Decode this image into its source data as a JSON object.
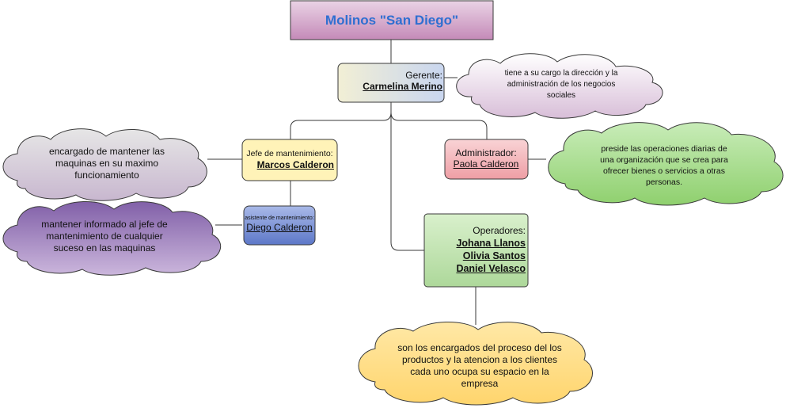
{
  "title": "Molinos \"San Diego\"",
  "gerente": {
    "role": "Gerente:",
    "name": "Carmelina Merino",
    "note": "tiene a su cargo la dirección y la administración de los negocios sociales"
  },
  "jefe": {
    "role": "Jefe de mantenimiento:",
    "name": "Marcos Calderon",
    "note": "encargado de mantener las maquinas en su maximo funcionamiento"
  },
  "administrador": {
    "role": "Administrador:",
    "name": "Paola Calderon",
    "note": "preside las operaciones diarias de una organización que se crea para ofrecer bienes o servicios a otras personas."
  },
  "asistente": {
    "role": "asistente de mantenimiento:",
    "name": "Diego Calderon",
    "note": "mantener informado al jefe de mantenimiento de cualquier suceso en las maquinas"
  },
  "operadores": {
    "role": "Operadores:",
    "names": [
      "Johana Llanos",
      "Olivia Santos",
      "Daniel Velasco"
    ],
    "note": "son los encargados del proceso del los productos y la atencion a los clientes cada uno ocupa su espacio en la empresa"
  },
  "colors": {
    "title": "#d9a9cc",
    "gerente": "#dde3ef",
    "jefe": "#fff3b8",
    "admin": "#f4b8bd",
    "asistente": "#7f96d8",
    "operadores": "#c6e8b4",
    "cloud_lilac": "#e3cfe3",
    "cloud_gray": "#d4d6d9",
    "cloud_purple": "#9f7dbd",
    "cloud_green": "#a8dd8b",
    "cloud_yellow": "#ffe08a"
  }
}
